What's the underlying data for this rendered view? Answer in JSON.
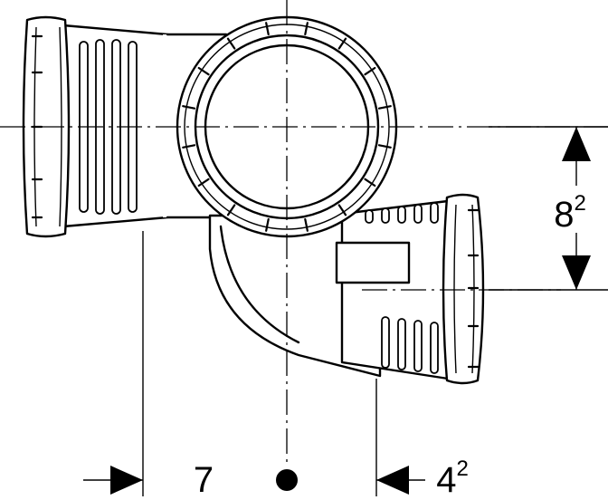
{
  "dimensions": {
    "horizontal_left": "7",
    "horizontal_right_base": "4",
    "horizontal_right_sup": "2",
    "vertical_base": "8",
    "vertical_sup": "2"
  }
}
